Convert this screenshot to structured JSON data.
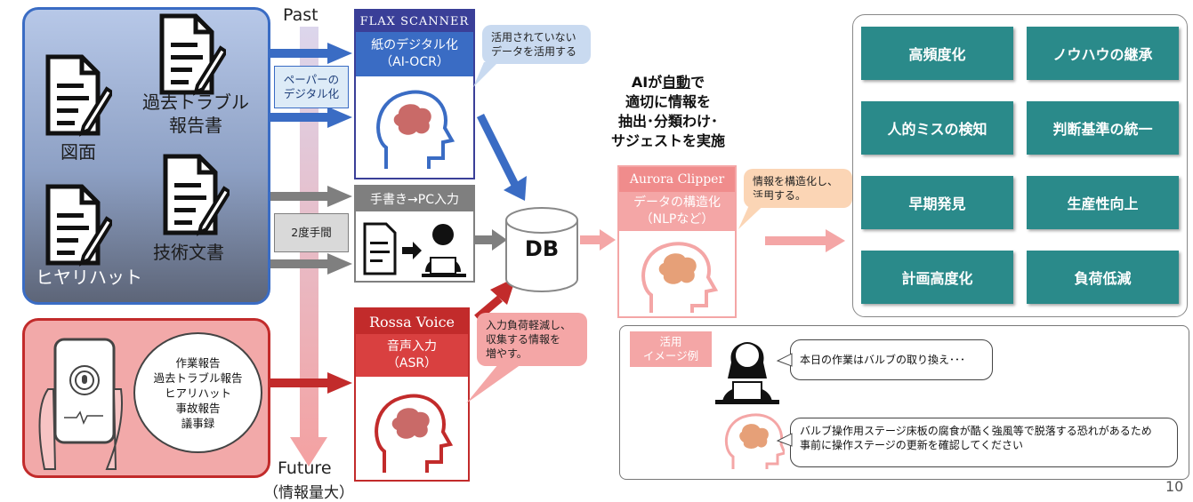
{
  "timeline": {
    "past_label": "Past",
    "future_label": "Future",
    "future_sub": "（情報量大）"
  },
  "documents": [
    {
      "label": "図面"
    },
    {
      "label_line1": "過去トラブル",
      "label_line2": "報告書"
    },
    {
      "label": "ヒヤリハット"
    },
    {
      "label": "技術文書"
    }
  ],
  "tags": {
    "digitize_line1": "ペーパーの",
    "digitize_line2": "デジタル化",
    "double_effort": "2度手間"
  },
  "flax": {
    "title": "FLAX SCANNER",
    "sub_line1": "紙のデジタル化",
    "sub_line2": "（AI-OCR）",
    "callout_line1": "活用されていない",
    "callout_line2": "データを活用する"
  },
  "manual": {
    "title": "手書き→PC入力"
  },
  "rossa": {
    "title": "Rossa Voice",
    "sub_line1": "音声入力",
    "sub_line2": "（ASR）",
    "callout_line1": "入力負荷軽減し、",
    "callout_line2": "収集する情報を",
    "callout_line3": "増やす。"
  },
  "voice_items": [
    "作業報告",
    "過去トラブル報告",
    "ヒアリハット",
    "事故報告",
    "議事録"
  ],
  "db": {
    "label": "DB"
  },
  "ai_text": {
    "line1_pre": "AIが",
    "line1_u": "自動",
    "line1_post": "で",
    "line2": "適切に情報を",
    "line3": "抽出･分類わけ･",
    "line4": "サジェストを実施"
  },
  "aurora": {
    "title": "Aurora Clipper",
    "sub_line1": "データの構造化",
    "sub_line2": "（NLPなど）",
    "callout_line1": "情報を構造化し、",
    "callout_line2": "活用する。"
  },
  "outcomes": [
    "高頻度化",
    "ノウハウの継承",
    "人的ミスの検知",
    "判断基準の統一",
    "早期発見",
    "生産性向上",
    "計画高度化",
    "負荷低減"
  ],
  "usage": {
    "tag_line1": "活用",
    "tag_line2": "イメージ例",
    "user_utterance": "本日の作業はバルブの取り換え･･･",
    "ai_line1": "バルブ操作用ステージ床板の腐食が酷く強風等で脱落する恐れがあるため",
    "ai_line2": "事前に操作ステージの更新を確認してください"
  },
  "page_number": "10",
  "colors": {
    "blue": "#3a6cc4",
    "red": "#c22b2b",
    "gray": "#7f7f7f",
    "pink": "#f4a6a6",
    "teal": "#2a8a8a",
    "flax_header": "#3a3f98",
    "rossa_header": "#c22b2b",
    "aurora_header": "#f4a6a6"
  }
}
